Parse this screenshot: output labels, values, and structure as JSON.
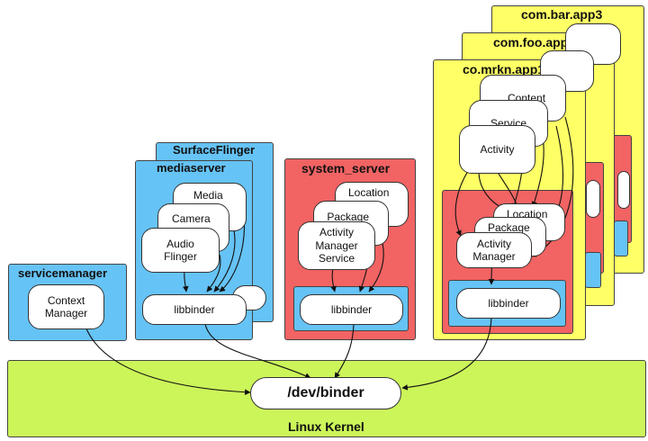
{
  "kernel": {
    "label": "Linux Kernel",
    "binder_device": "/dev/binder"
  },
  "servicemanager": {
    "title": "servicemanager",
    "context_manager": "Context\nManager"
  },
  "surfaceflinger": {
    "title": "SurfaceFlinger"
  },
  "mediaserver": {
    "title": "mediaserver",
    "media": "Media",
    "camera": "Camera",
    "audio_flinger": "Audio\nFlinger",
    "libbinder": "libbinder"
  },
  "system_server": {
    "title": "system_server",
    "location": "Location",
    "package_manager": "Package\nManager",
    "activity_manager_service": "Activity\nManager\nService",
    "libbinder": "libbinder"
  },
  "apps": {
    "app3_title": "com.bar.app3",
    "app2_title": "com.foo.app2",
    "app1_title": "co.mrkn.app1",
    "content": "Content",
    "service": "Service",
    "activity": "Activity",
    "location": "Location",
    "package": "Package",
    "activity_manager": "Activity\nManager",
    "libbinder": "libbinder"
  }
}
